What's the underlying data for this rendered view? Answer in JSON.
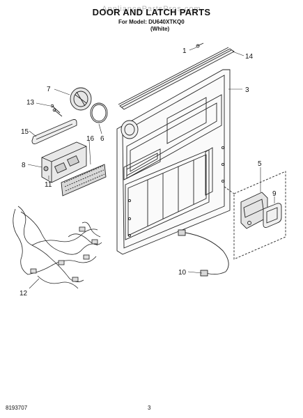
{
  "header": {
    "watermark": "AppliancePartsPros.com",
    "title": "DOOR AND LATCH PARTS",
    "model_line": "For Model: DU640XTKQ0",
    "color_line": "(White)"
  },
  "footer": {
    "doc_code": "8193707",
    "page_number": "3"
  },
  "callouts": [
    "1",
    "14",
    "3",
    "7",
    "13",
    "6",
    "15",
    "16",
    "8",
    "11",
    "5",
    "9",
    "12",
    "10"
  ]
}
